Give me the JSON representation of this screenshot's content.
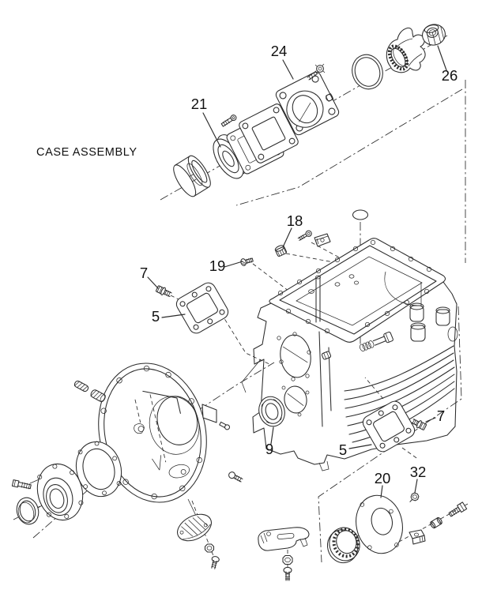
{
  "title": "CASE ASSEMBLY",
  "figure": {
    "type": "exploded-parts-diagram",
    "line_color": "#2b2b2b",
    "background_color": "#ffffff",
    "text_color": "#111111"
  },
  "callouts": [
    {
      "label": "21"
    },
    {
      "label": "24"
    },
    {
      "label": "26"
    },
    {
      "label": "18"
    },
    {
      "label": "19"
    },
    {
      "label": "7"
    },
    {
      "label": "5"
    },
    {
      "label": "9"
    },
    {
      "label": "5"
    },
    {
      "label": "7"
    },
    {
      "label": "20"
    },
    {
      "label": "32"
    }
  ]
}
